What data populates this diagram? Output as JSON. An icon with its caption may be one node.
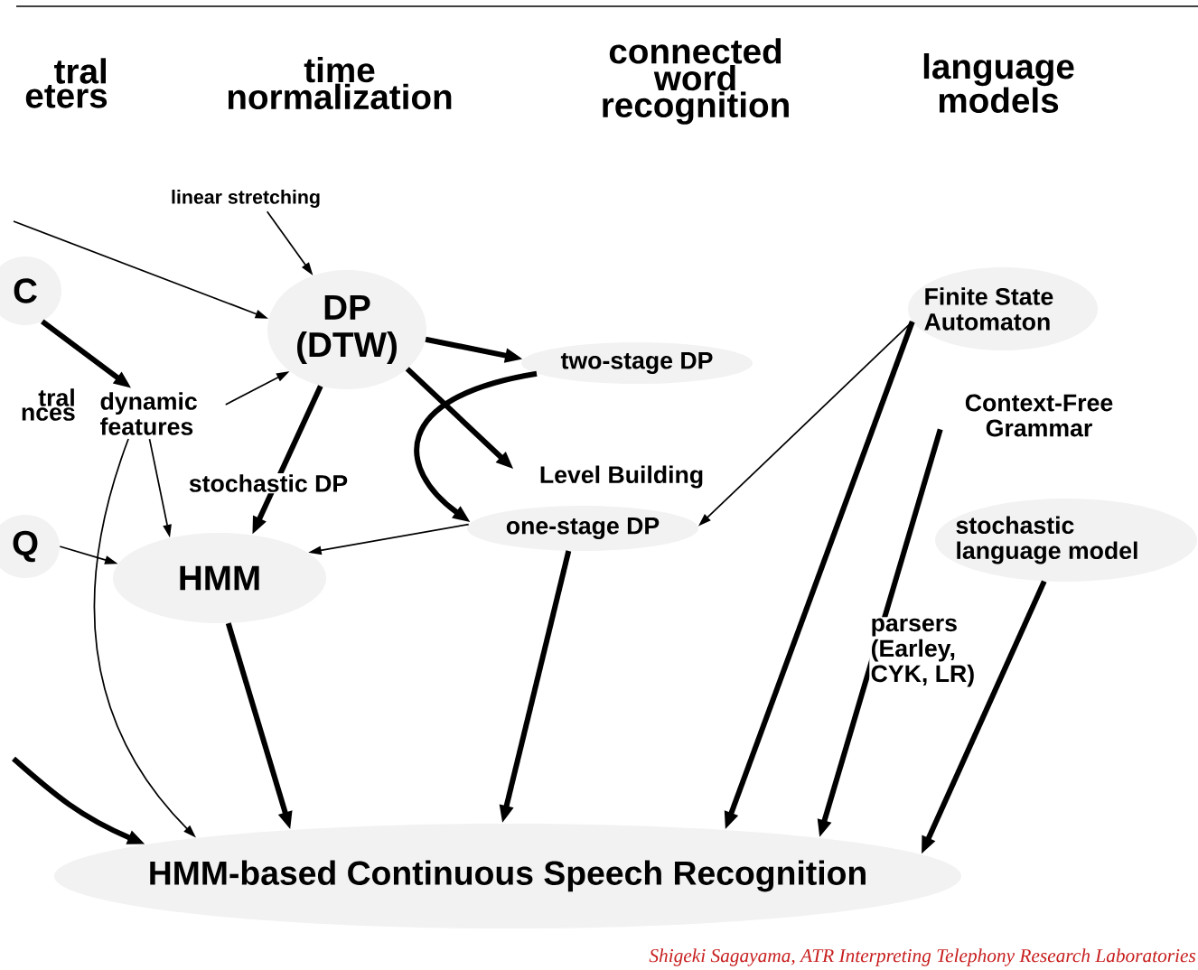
{
  "diagram": {
    "caption": "Shigeki Sagayama, ATR Interpreting Telephony Research Laboratories",
    "nodes": [
      {
        "text": [
          "C"
        ]
      },
      {
        "text": [
          "linear stretching"
        ]
      },
      {
        "text": [
          "DP (DTW)"
        ]
      },
      {
        "text": [
          "two-stage DP"
        ]
      },
      {
        "text": [
          "dynamic features"
        ]
      },
      {
        "text": [
          "Level Building"
        ]
      },
      {
        "text": [
          "one-stage DP"
        ]
      },
      {
        "text": [
          "Q"
        ]
      },
      {
        "text": [
          "HMM"
        ]
      },
      {
        "text": [
          "Finite State Automaton"
        ]
      },
      {
        "text": [
          "Context-Free Grammar"
        ]
      },
      {
        "text": [
          "stochastic language model"
        ]
      },
      {
        "text": [
          "HMM-based Continuous Speech Recognition"
        ]
      }
    ],
    "edges": [
      {
        "from": null,
        "to": 2,
        "arrow": "to"
      },
      {
        "from": 1,
        "to": 2,
        "arrow": "to"
      },
      {
        "from": 0,
        "to": 4,
        "arrow": "to"
      },
      {
        "from": 4,
        "to": 2,
        "arrow": "to"
      },
      {
        "from": 2,
        "to": 8,
        "arrow": "to",
        "label": "stochastic DP"
      },
      {
        "from": 2,
        "to": 3,
        "arrow": "to"
      },
      {
        "from": 2,
        "to": 5,
        "arrow": "to"
      },
      {
        "from": 3,
        "to": 6,
        "arrow": "to"
      },
      {
        "from": 4,
        "to": 8,
        "arrow": "to"
      },
      {
        "from": 4,
        "to": 12,
        "arrow": "to"
      },
      {
        "from": 7,
        "to": 8,
        "arrow": "to"
      },
      {
        "from": 6,
        "to": 8,
        "arrow": "to"
      },
      {
        "from": 9,
        "to": 6,
        "arrow": "to"
      },
      {
        "from": 8,
        "to": 12,
        "arrow": "to"
      },
      {
        "from": 6,
        "to": 12,
        "arrow": "to"
      },
      {
        "from": 9,
        "to": 12,
        "arrow": "to"
      },
      {
        "from": 10,
        "to": 12,
        "arrow": "to",
        "label": "parsers (Earley, CYK, LR)"
      },
      {
        "from": 11,
        "to": 12,
        "arrow": "to"
      },
      {
        "from": null,
        "to": 12,
        "arrow": "to"
      }
    ],
    "labels": [
      "tral eters",
      "time normalization",
      "connected word recognition",
      "language models",
      "tral nces"
    ]
  }
}
